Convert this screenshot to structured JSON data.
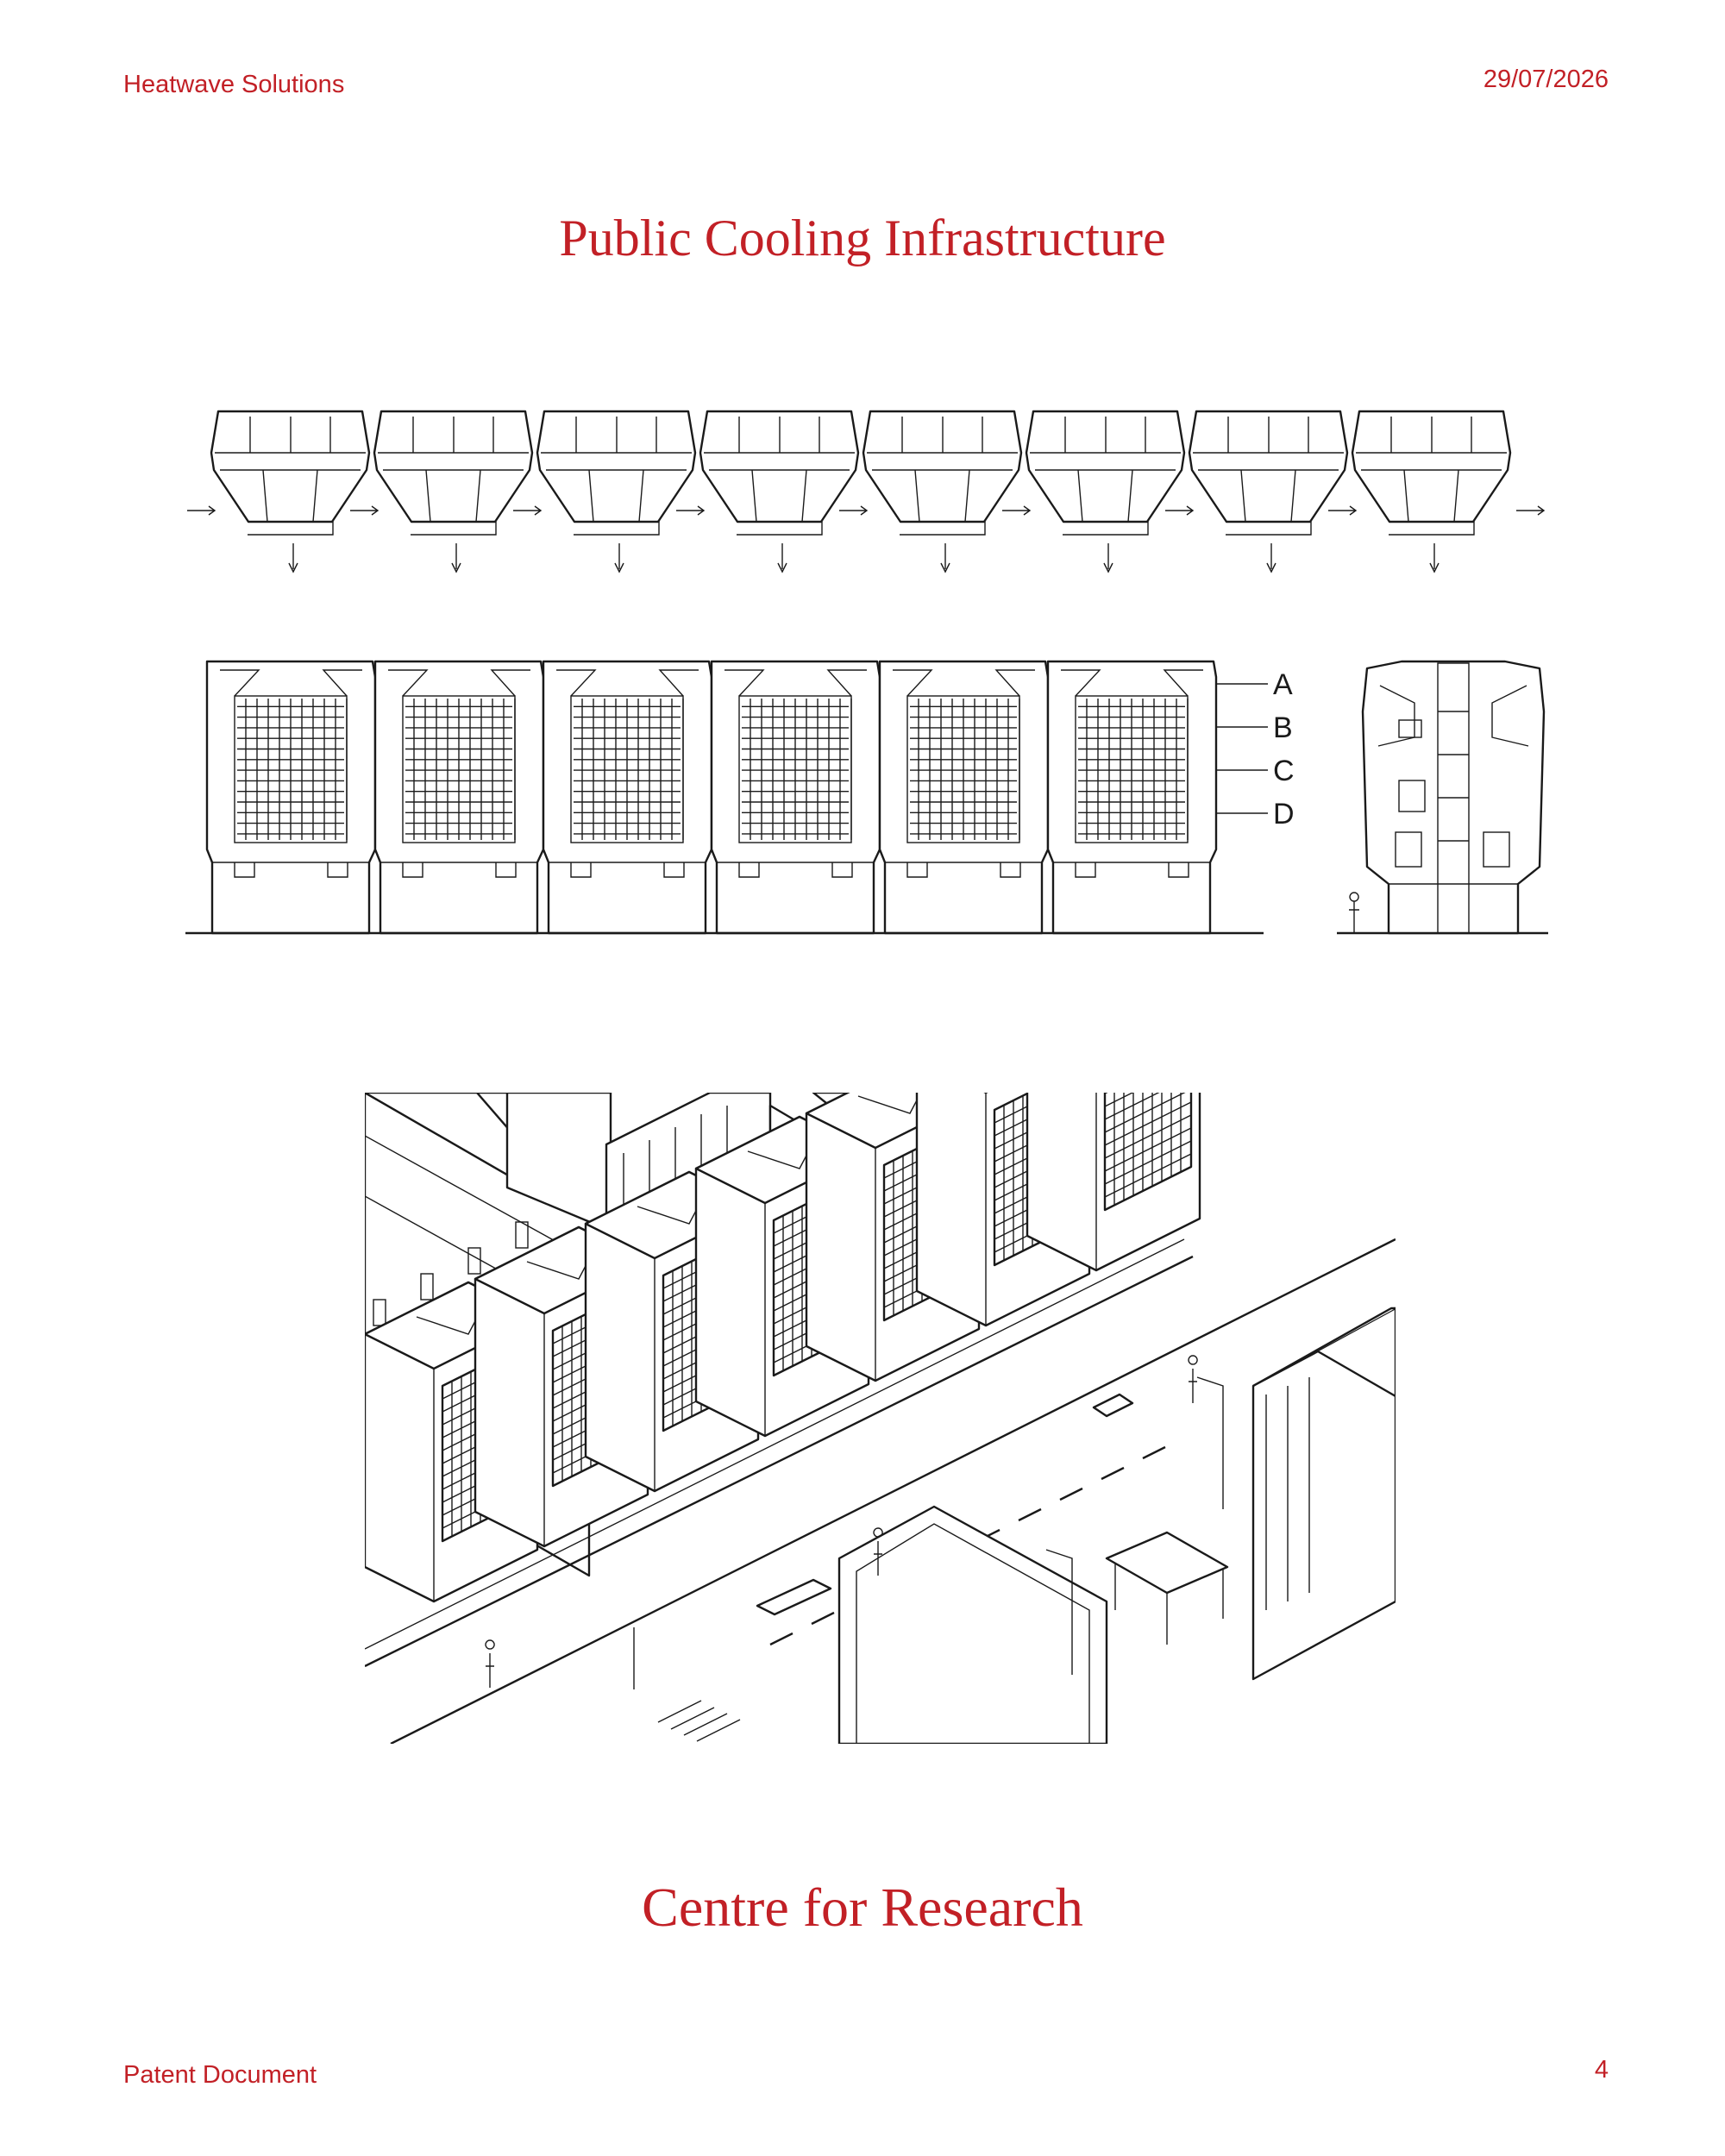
{
  "header": {
    "company": "Heatwave Solutions",
    "date": "29/07/2026"
  },
  "title": "Public Cooling Infrastructure",
  "elevation_labels": [
    "A",
    "B",
    "C",
    "D"
  ],
  "section_title": "Centre for Research",
  "footer": {
    "doc_type": "Patent Document",
    "page_number": "4"
  },
  "colors": {
    "accent": "#c22026",
    "linework": "#1a1a1a"
  }
}
